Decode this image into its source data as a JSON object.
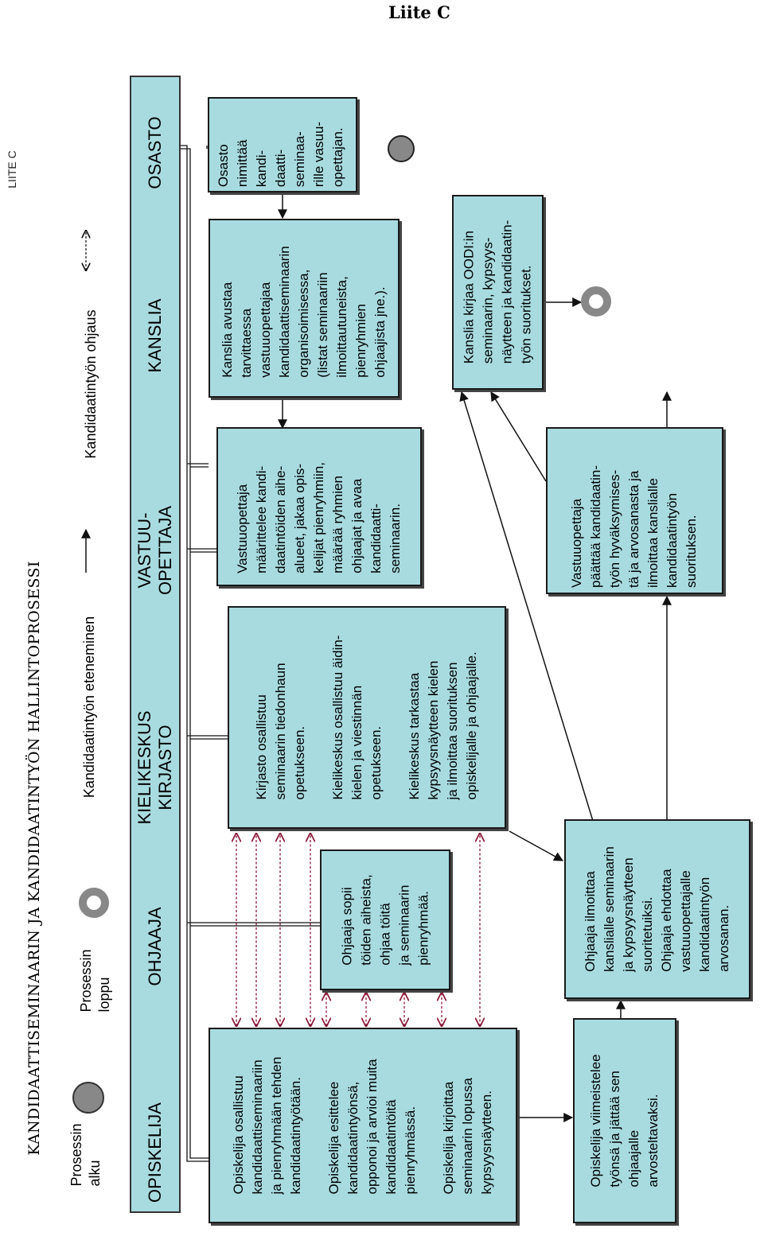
{
  "header": {
    "appendix_title": "Liite C",
    "side_label": "LIITE C",
    "main_title": "KANDIDAATTISEMINAARIN JA KANDIDAATINTYÖN HALLINTOPROSESSI"
  },
  "legend": {
    "start": "Prosessin\nalku",
    "end": "Prosessin\nloppu",
    "progress": "Kandidaatintyön eteneminen",
    "guidance": "Kandidaatintyön ohjaus"
  },
  "lanes": {
    "student": "OPISKELIJA",
    "supervisor": "OHJAAJA",
    "language_library": "KIELIKESKUS\nKIRJASTO",
    "responsible_teacher": "VASTUU-\nOPETTAJA",
    "office": "KANSLIA",
    "department": "OSASTO"
  },
  "boxes": {
    "department_appoints": "Osasto\nnimittää\nkandi-\ndaatti-\nseminaa-\nrille vasuu-\nopettajan.",
    "office_assists": "Kanslia avustaa\ntarvittaessa\nvastuuopettajaa\nkandidaattiseminaarin\norganisoimisessa,\n(listat seminaariin\nilmoittautuneista,\npienryhmien\nohjaajista jne.).",
    "office_records": "Kanslia kirjaa OODI:in\nseminaarin, kypsyys-\nnäytteen ja kandidaatin-\ntyön suoritukset.",
    "teacher_defines": "Vastuuopettaja\nmäärittelee kandi-\ndaatintöiden aihe-\nalueet, jakaa opis-\nkelijat pienryhmiin,\nmäärää ryhmien\nohjaajat ja avaa\nkandidaatti-\nseminaarin.",
    "teacher_decides": "Vastuuopettaja\npäättää kandidaatin-\ntyön hyväksymises-\ntä ja arvosanasta ja\nilmoittaa kanslialle\nkandidaatintyön\nsuorituksen.",
    "language_library": "Kirjasto osallistuu\nseminaarin tiedonhaun\nopetukseen.\n\nKielikeskus osallistuu äidin-\nkielen ja viestinnän\nopetukseen.\n\nKielikeskus tarkastaa\nkypsyysnäytteen kielen\nja ilmoittaa suorituksen\nopiskelijalle ja ohjaajalle.",
    "supervisor_agrees": "Ohjaaja sopii\ntöiden aiheista,\nohjaa töitä\nja seminaarin\npienryhmää.",
    "supervisor_reports": "Ohjaaja ilmoittaa\nkanslialle seminaarin\nja kypsyysnäytteen\nsuoritetuiksi.\nOhjaaja ehdottaa\nvastuuopettajalle\nkandidaatintyön\narvosanan.",
    "student_participates": "Opiskelija osallistuu\nkandidaattiseminaariin\nja pienryhmään tehden\nkandidaatintyötään.\n\nOpiskelija esittelee\nkandidaatintyönsä,\nopponoi ja arvioi muita\nkandidaatintöitä\npienryhmässä.\n\nOpiskelija kirjoittaa\nseminaarin lopussa\nkypsyysnäytteen.",
    "student_finalizes": "Opiskelija viimeistelee\ntyönsä ja jättää sen\nohjaajalle\narvosteltavaksi."
  },
  "colors": {
    "box_fill": "#a8dbe0",
    "start_marker": "#888888",
    "guidance_arrow": "#8b1a3a",
    "line": "#111111"
  }
}
